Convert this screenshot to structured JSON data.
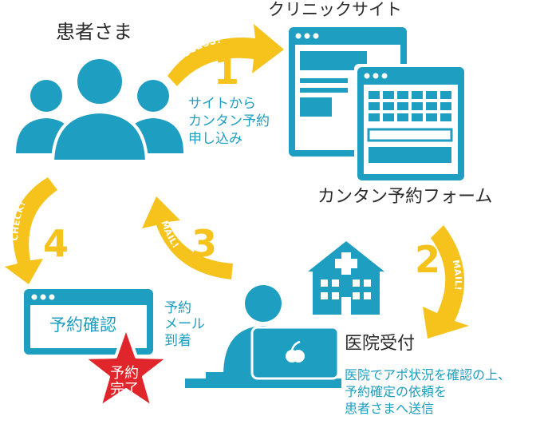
{
  "colors": {
    "teal": "#1e9ec0",
    "yellow": "#f5c31c",
    "red": "#e0262b",
    "dark": "#2b2b2b"
  },
  "nodes": {
    "patient": "患者さま",
    "clinic_site": "クリニックサイト",
    "form": "カンタン予約フォーム",
    "reception": "医院受付",
    "confirm": "予約確認",
    "complete": [
      "予約",
      "完了"
    ]
  },
  "arrows": {
    "access": "ACCESS!",
    "mail_right": "MAIL!",
    "mail_left": "MAIL!",
    "check": "CHECK!"
  },
  "steps": [
    {
      "number": "1",
      "text": [
        "サイトから",
        "カンタン予約",
        "申し込み"
      ]
    },
    {
      "number": "2",
      "text": []
    },
    {
      "number": "3",
      "text": [
        "予約",
        "メール",
        "到着"
      ]
    },
    {
      "number": "4",
      "text": []
    }
  ],
  "reception_note": [
    "医院でアポ状況を確認の上、",
    "予約確定の依頼を",
    "患者さまへ送信"
  ]
}
